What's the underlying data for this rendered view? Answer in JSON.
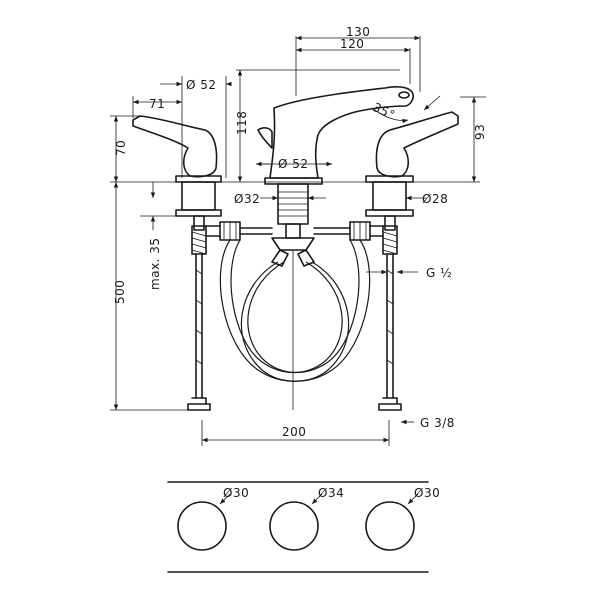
{
  "dimensions": {
    "d130": "130",
    "d120": "120",
    "dia52_top": "Ø 52",
    "d71": "71",
    "d118": "118",
    "d70": "70",
    "d93": "93",
    "angle35": "35°",
    "dia52_mid": "Ø 52",
    "dia32": "Ø32",
    "dia28": "Ø28",
    "max35": "max. 35",
    "d500": "500",
    "g12": "G ½",
    "g38": "G 3/8",
    "d200": "200",
    "dia30_left": "Ø30",
    "dia34": "Ø34",
    "dia30_right": "Ø30"
  }
}
